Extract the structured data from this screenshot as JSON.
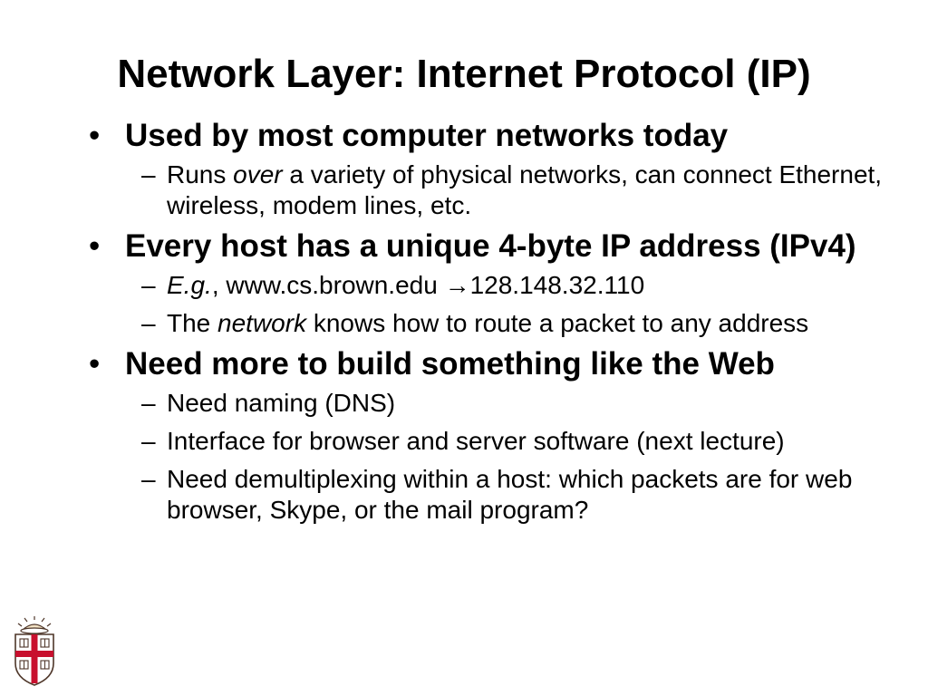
{
  "slide": {
    "title": "Network Layer: Internet Protocol (IP)",
    "bullets": [
      {
        "text": "Used by most computer networks today",
        "subs": [
          {
            "pre": "Runs ",
            "em": "over",
            "post": " a variety of physical networks, can connect Ethernet, wireless, modem lines, etc."
          }
        ]
      },
      {
        "text": "Every host has a unique 4-byte IP address (IPv4)",
        "subs": [
          {
            "em": "E.g.",
            "mid": ",  www.cs.brown.edu ",
            "arrow": "→",
            "post": "128.148.32.110"
          },
          {
            "pre": "The ",
            "em": "network",
            "post": " knows how to route a packet to any address"
          }
        ]
      },
      {
        "text": "Need more to build something like the Web",
        "subs": [
          {
            "text": "Need naming (DNS)"
          },
          {
            "text": "Interface for browser and server software (next lecture)"
          },
          {
            "text": "Need demultiplexing within a host: which packets are for web browser, Skype, or the mail program?"
          }
        ]
      }
    ]
  },
  "glyphs": {
    "bullet": "•",
    "dash": "–"
  },
  "colors": {
    "background": "#ffffff",
    "text": "#000000",
    "logo_red": "#c8102e",
    "logo_brown": "#4e3629"
  }
}
